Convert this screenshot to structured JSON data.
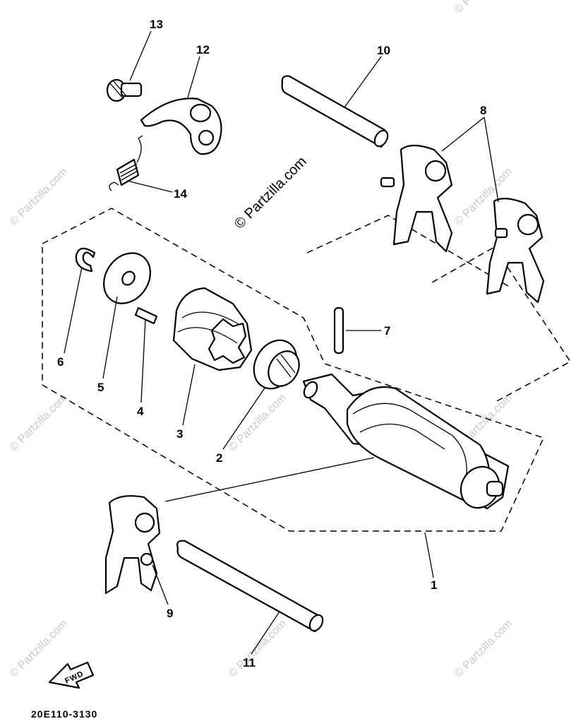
{
  "callouts": {
    "n1": "1",
    "n2": "2",
    "n3": "3",
    "n4": "4",
    "n5": "5",
    "n6": "6",
    "n7": "7",
    "n8": "8",
    "n9": "9",
    "n10": "10",
    "n11": "11",
    "n12": "12",
    "n13": "13",
    "n14": "14"
  },
  "watermark": {
    "main": "© Partzilla.com",
    "repeat": "© Partzilla.com"
  },
  "fwd_label": "FWD",
  "diagram_code": "20E110-3130"
}
